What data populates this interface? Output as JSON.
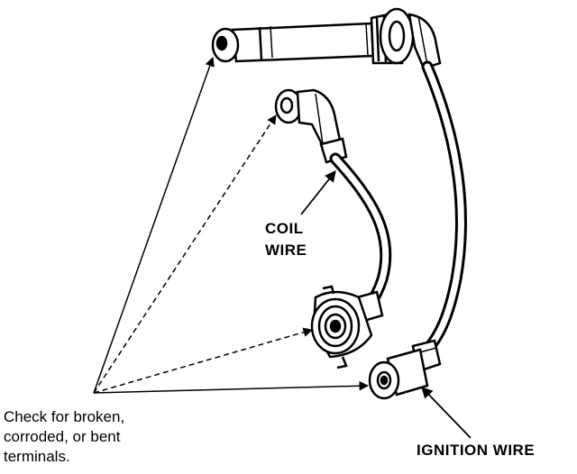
{
  "labels": {
    "coil_wire_line1": "COIL",
    "coil_wire_line2": "WIRE",
    "ignition_wire": "IGNITION WIRE",
    "note_line1": "Check for broken,",
    "note_line2": "corroded, or bent",
    "note_line3": "terminals."
  },
  "colors": {
    "ink": "#000000",
    "paper": "#ffffff"
  }
}
